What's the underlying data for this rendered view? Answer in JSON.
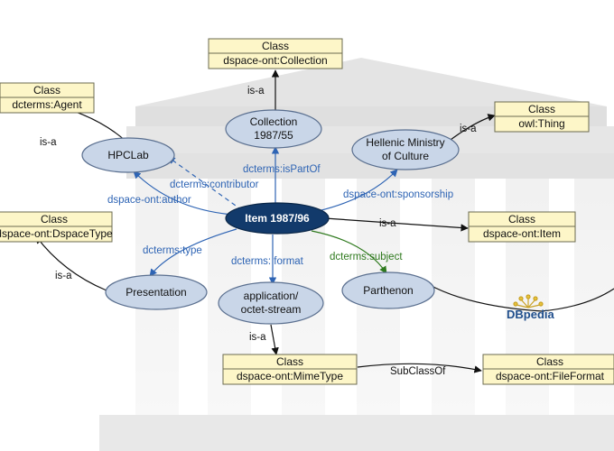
{
  "colors": {
    "node_fill": "#c9d6e8",
    "main_node_fill": "#123a6b",
    "class_box_fill": "#fdf6c8",
    "edge_black": "#111111",
    "edge_blue": "#2e64b4",
    "edge_green": "#2f7a1e"
  },
  "class_header": "Class",
  "classes": {
    "collection": "dspace-ont:Collection",
    "agent": "dcterms:Agent",
    "thing": "owl:Thing",
    "dspacetype": "dspace-ont:DspaceType",
    "item": "dspace-ont:Item",
    "mimetype": "dspace-ont:MimeType",
    "fileformat": "dspace-ont:FileFormat"
  },
  "nodes": {
    "main": "Item 1987/96",
    "hpclab": "HPCLab",
    "collection_line1": "Collection",
    "collection_line2": "1987/55",
    "ministry_line1": "Hellenic Ministry",
    "ministry_line2": "of Culture",
    "presentation": "Presentation",
    "mime_line1": "application/",
    "mime_line2": "octet-stream",
    "parthenon": "Parthenon"
  },
  "edges": {
    "isa": "is-a",
    "subclassof": "SubClassOf",
    "author": "dspace-ont:author",
    "contributor": "dcterms:contributor",
    "ispartof": "dcterms:isPartOf",
    "sponsorship": "dspace-ont:sponsorship",
    "type": "dcterms:type",
    "format": "dcterms: format",
    "subject": "dcterms:subject"
  },
  "logo": {
    "text": "DBpedia",
    "icon": "dbpedia-logo-icon"
  },
  "background": {
    "icon": "greek-temple-background-icon"
  }
}
